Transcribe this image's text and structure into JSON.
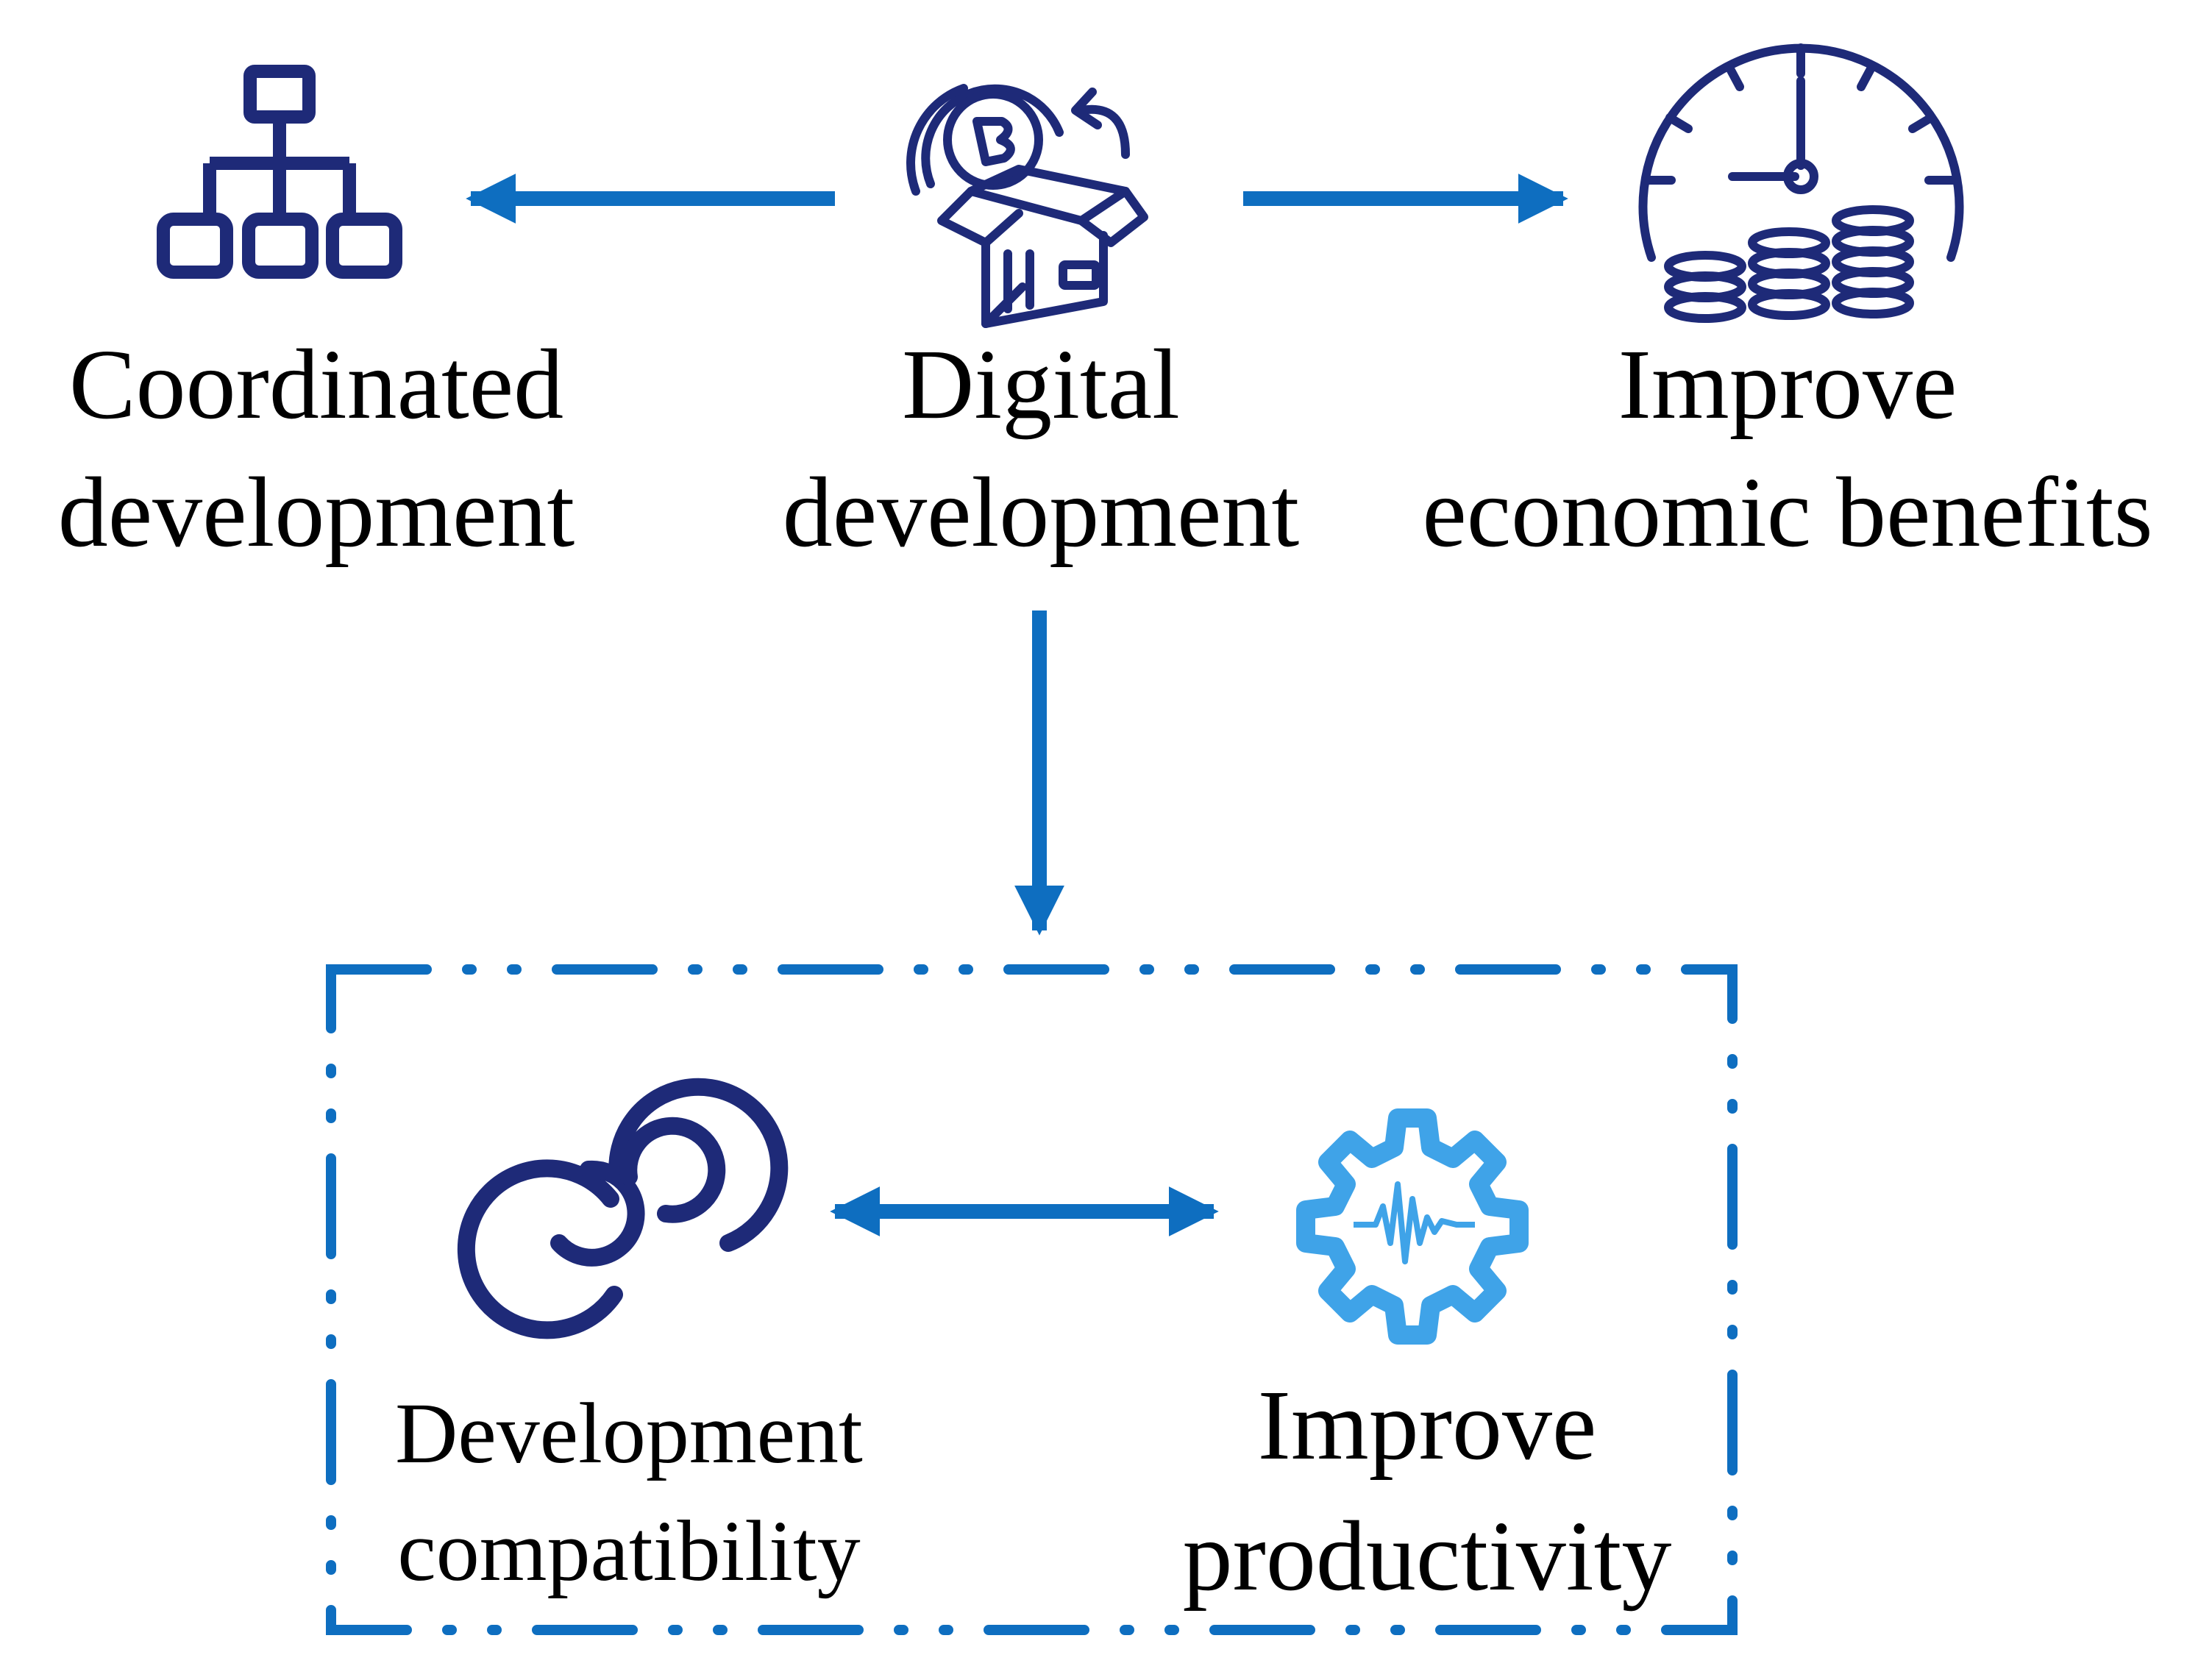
{
  "colors": {
    "arrow": "#0E6EC0",
    "icon_dark": "#1E2A78",
    "icon_light": "#3FA3E8",
    "text": "#000000"
  },
  "nodes": {
    "digital": {
      "line1": "Digital",
      "line2": "development",
      "icon": "box-coin-return-icon"
    },
    "coordinated": {
      "line1": "Coordinated",
      "line2": "development",
      "icon": "network-hierarchy-icon"
    },
    "economic": {
      "line1": "Improve",
      "line2": "economic benefits",
      "icon": "clock-coins-icon"
    },
    "compatibility": {
      "line1": "Development",
      "line2": "compatibility",
      "icon": "linked-rings-icon"
    },
    "productivity": {
      "line1": "Improve",
      "line2": "productivity",
      "icon": "gear-waveform-icon"
    }
  }
}
